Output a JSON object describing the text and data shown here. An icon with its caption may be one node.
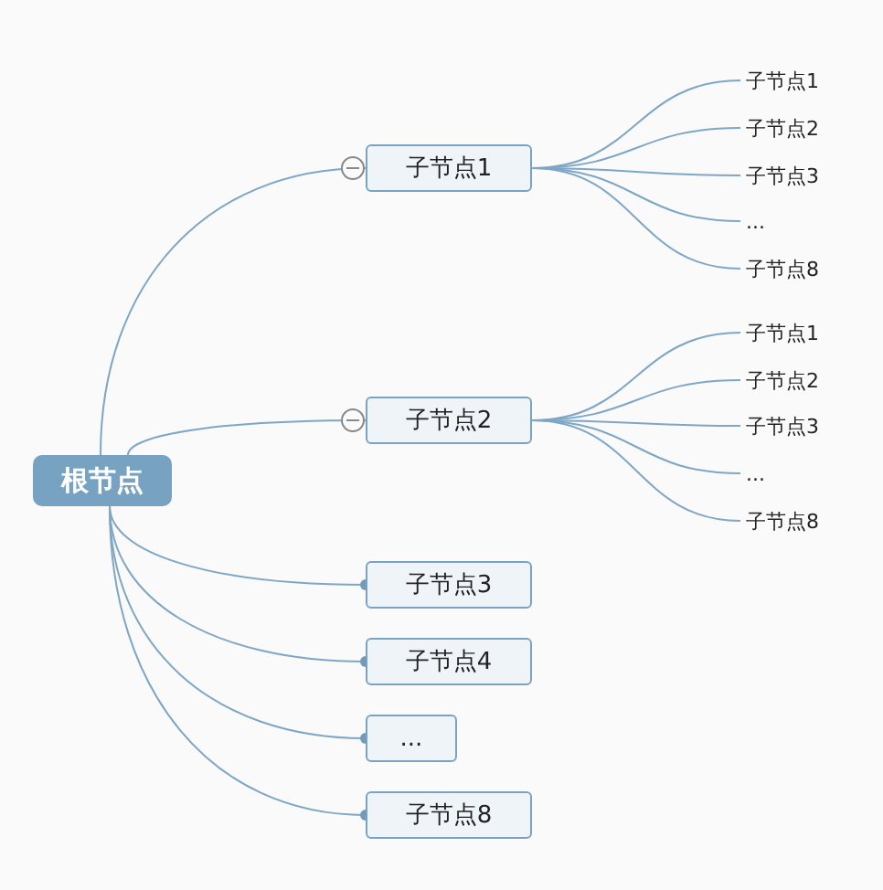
{
  "diagram": {
    "nodes": [
      {
        "text": [
          "根节点"
        ]
      },
      {
        "text": [
          "子节点1"
        ]
      },
      {
        "text": [
          "子节点1"
        ]
      },
      {
        "text": [
          "子节点2"
        ]
      },
      {
        "text": [
          "子节点3"
        ]
      },
      {
        "text": [
          "..."
        ]
      },
      {
        "text": [
          "子节点8"
        ]
      },
      {
        "text": [
          "子节点2"
        ]
      },
      {
        "text": [
          "子节点1"
        ]
      },
      {
        "text": [
          "子节点2"
        ]
      },
      {
        "text": [
          "子节点3"
        ]
      },
      {
        "text": [
          "..."
        ]
      },
      {
        "text": [
          "子节点8"
        ]
      },
      {
        "text": [
          "子节点3"
        ]
      },
      {
        "text": [
          "子节点4"
        ]
      },
      {
        "text": [
          "..."
        ]
      },
      {
        "text": [
          "子节点8"
        ]
      }
    ],
    "edges": [
      {
        "from": 0,
        "to": 1,
        "arrow": "none"
      },
      {
        "from": 1,
        "to": 2,
        "arrow": "none"
      },
      {
        "from": 1,
        "to": 3,
        "arrow": "none"
      },
      {
        "from": 1,
        "to": 4,
        "arrow": "none"
      },
      {
        "from": 1,
        "to": 5,
        "arrow": "none"
      },
      {
        "from": 1,
        "to": 6,
        "arrow": "none"
      },
      {
        "from": 0,
        "to": 7,
        "arrow": "none"
      },
      {
        "from": 7,
        "to": 8,
        "arrow": "none"
      },
      {
        "from": 7,
        "to": 9,
        "arrow": "none"
      },
      {
        "from": 7,
        "to": 10,
        "arrow": "none"
      },
      {
        "from": 7,
        "to": 11,
        "arrow": "none"
      },
      {
        "from": 7,
        "to": 12,
        "arrow": "none"
      },
      {
        "from": 0,
        "to": 13,
        "arrow": "other"
      },
      {
        "from": 0,
        "to": 14,
        "arrow": "other"
      },
      {
        "from": 0,
        "to": 15,
        "arrow": "other"
      },
      {
        "from": 0,
        "to": 16,
        "arrow": "other"
      }
    ]
  }
}
